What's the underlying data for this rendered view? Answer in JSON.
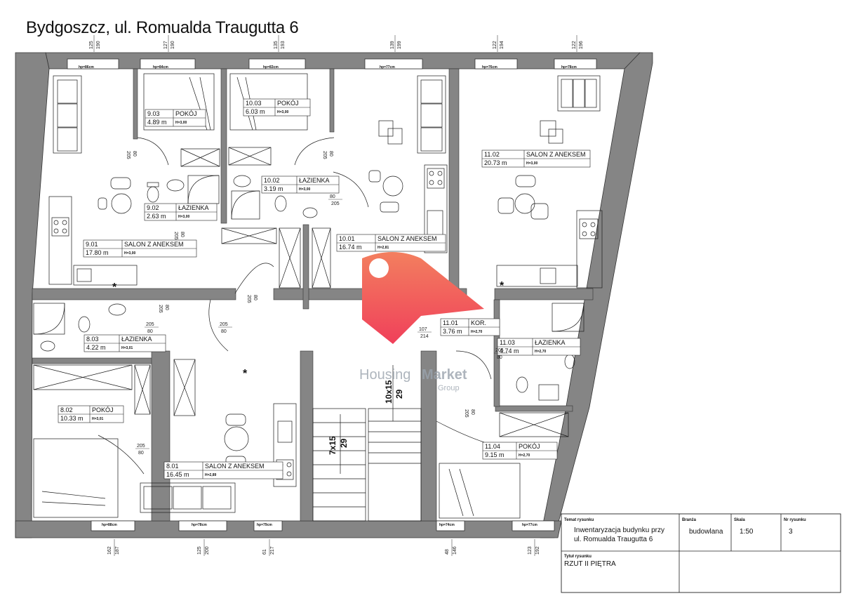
{
  "page": {
    "title": "Bydgoszcz, ul. Romualda Traugutta 6"
  },
  "rooms": [
    {
      "num": "9.03",
      "name": "POKÓJ",
      "area": "4.89",
      "unit": "m",
      "height": "H=3,00"
    },
    {
      "num": "10.03",
      "name": "POKÓJ",
      "area": "6.03",
      "unit": "m",
      "height": "H=3,00"
    },
    {
      "num": "11.02",
      "name": "SALON Z ANEKSEM",
      "area": "20.73",
      "unit": "m",
      "height": "H=3,00"
    },
    {
      "num": "10.02",
      "name": "ŁAZIENKA",
      "area": "3.19",
      "unit": "m",
      "height": "H=3,00"
    },
    {
      "num": "9.02",
      "name": "ŁAZIENKA",
      "area": "2.63",
      "unit": "m",
      "height": "H=3,00"
    },
    {
      "num": "10.01",
      "name": "SALON Z ANEKSEM",
      "area": "16.74",
      "unit": "m",
      "height": "H=2,81"
    },
    {
      "num": "9.01",
      "name": "SALON Z ANEKSEM",
      "area": "17.80",
      "unit": "m",
      "height": "H=3,00"
    },
    {
      "num": "8.03",
      "name": "ŁAZIENKA",
      "area": "4.22",
      "unit": "m",
      "height": "H=3,01"
    },
    {
      "num": "11.01",
      "name": "KOR.",
      "area": "3.76",
      "unit": "m",
      "height": "H=2,70"
    },
    {
      "num": "11.03",
      "name": "ŁAZIENKA",
      "area": "4.74",
      "unit": "m",
      "height": "H=2,70"
    },
    {
      "num": "8.02",
      "name": "POKÓJ",
      "area": "10.33",
      "unit": "m",
      "height": "H=3,01"
    },
    {
      "num": "11.04",
      "name": "POKÓJ",
      "area": "9.15",
      "unit": "m",
      "height": "H=2,70"
    },
    {
      "num": "8.01",
      "name": "SALON Z ANEKSEM",
      "area": "16.45",
      "unit": "m",
      "height": "H=2,89"
    }
  ],
  "windows_top": [
    {
      "label": "hp=86cm",
      "d1": "125",
      "d2": "190"
    },
    {
      "label": "hp=84cm",
      "d1": "127",
      "d2": "190"
    },
    {
      "label": "hp=83cm",
      "d1": "135",
      "d2": "193"
    },
    {
      "label": "hp=77cm",
      "d1": "139",
      "d2": "199"
    },
    {
      "label": "hp=76cm",
      "d1": "122",
      "d2": "194"
    },
    {
      "label": "hp=78cm",
      "d1": "122",
      "d2": "196"
    }
  ],
  "windows_bottom": [
    {
      "label": "hp=88cm",
      "d1": "162",
      "d2": "187"
    },
    {
      "label": "hp=78cm",
      "d1": "125",
      "d2": "200"
    },
    {
      "label": "hp=79cm",
      "d1": "61",
      "d2": "217"
    },
    {
      "label": "hp=74cm",
      "d1": "48",
      "d2": "146"
    },
    {
      "label": "hp=77cm",
      "d1": "123",
      "d2": "192"
    }
  ],
  "door_dims": [
    {
      "w": "80",
      "h": "205"
    },
    {
      "w": "80",
      "h": "205"
    },
    {
      "w": "80",
      "h": "205"
    },
    {
      "w": "80",
      "h": "205"
    },
    {
      "w": "205",
      "h": "80"
    },
    {
      "w": "205",
      "h": "80"
    },
    {
      "w": "107",
      "h": "214"
    },
    {
      "w": "205",
      "h": "80"
    },
    {
      "w": "205",
      "h": "80"
    },
    {
      "w": "80",
      "h": "205"
    },
    {
      "w": "80",
      "h": "205"
    },
    {
      "w": "80",
      "h": "205"
    }
  ],
  "stairs": [
    {
      "label": "7x15",
      "value": "29"
    },
    {
      "label": "10x15",
      "value": "29"
    }
  ],
  "watermark": {
    "main_a": "Housing",
    "main_b": "Market",
    "sub": "Group"
  },
  "title_block": {
    "subject_label": "Temat rysunku",
    "subject_line1": "Inwentaryzacja budynku przy",
    "subject_line2": "ul. Romualda Traugutta 6",
    "branch_label": "Branża",
    "branch_value": "budowlana",
    "scale_label": "Skala",
    "scale_value": "1:50",
    "number_label": "Nr rysunku",
    "number_value": "3",
    "drawing_title_label": "Tytuł rysunku",
    "drawing_title_value": "RZUT II PIĘTRA"
  },
  "colors": {
    "wall": "#858585",
    "line": "#1a1a1a",
    "logo_top": "#f26a5e",
    "logo_bottom": "#f0455a"
  }
}
